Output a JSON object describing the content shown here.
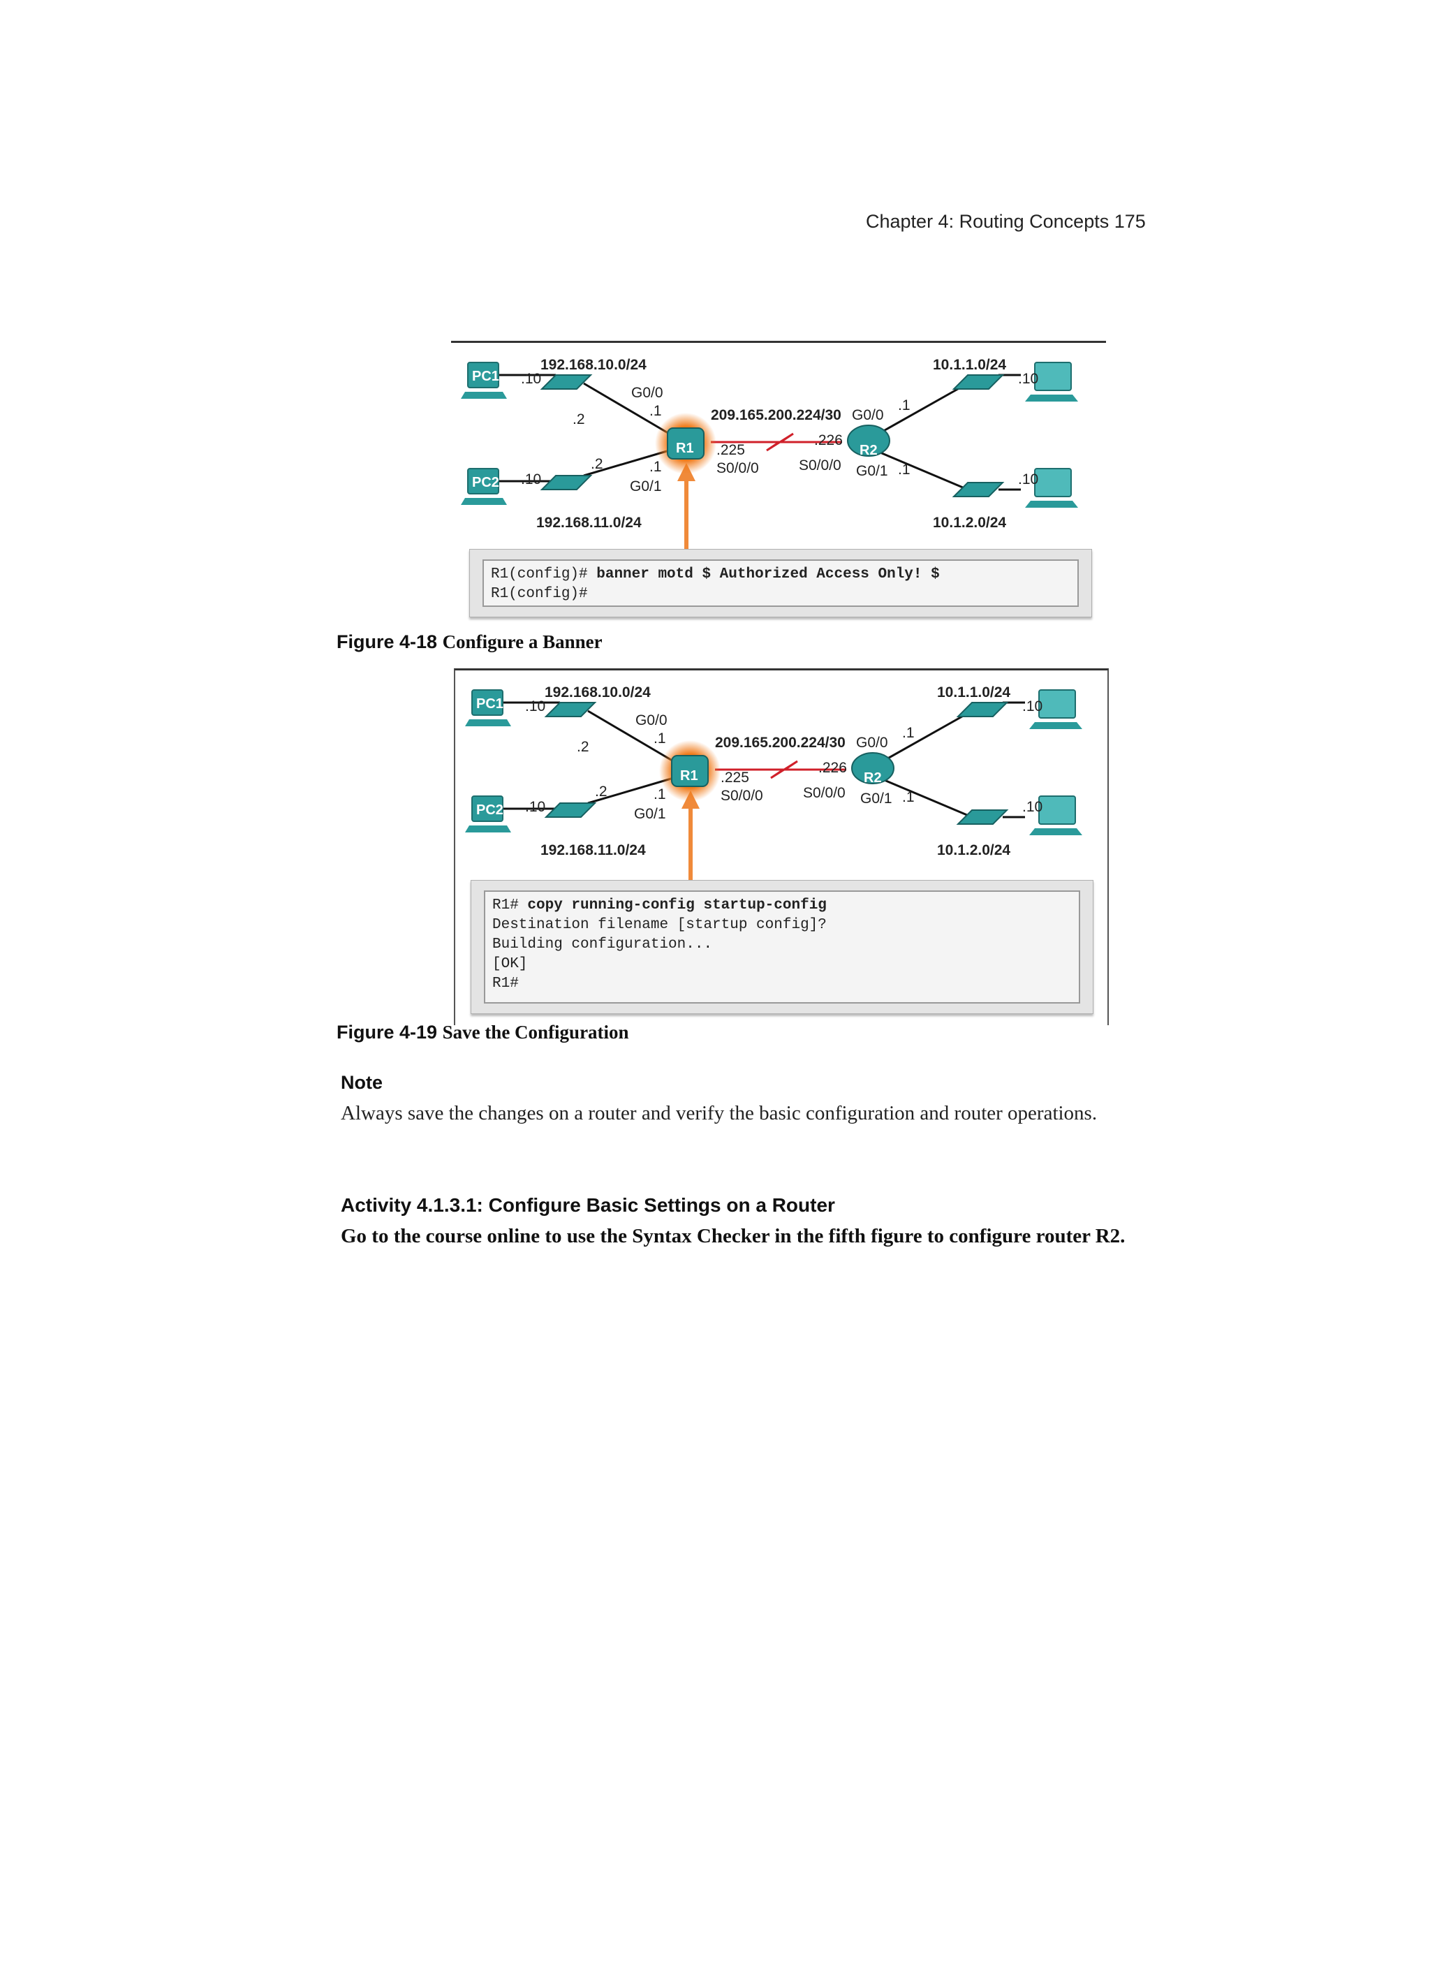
{
  "header": {
    "text": "Chapter 4: Routing Concepts 175"
  },
  "topology": {
    "net_top_left": "192.168.10.0/24",
    "net_bottom_left": "192.168.11.0/24",
    "net_wan": "209.165.200.224/30",
    "net_top_right": "10.1.1.0/24",
    "net_bottom_right": "10.1.2.0/24",
    "pc1": "PC1",
    "pc2": "PC2",
    "r1": "R1",
    "r2": "R2",
    "pc_host": ".10",
    "sw_host": ".2",
    "gw_host": ".1",
    "r1_wan": ".225",
    "r2_wan": ".226",
    "g00": "G0/0",
    "g01": "G0/1",
    "s000": "S0/0/0",
    "colors": {
      "device": "#2a9a9a",
      "glow": "#f07b1a",
      "arrow": "#f08a3a",
      "serial": "#d0202a"
    }
  },
  "figure1": {
    "cli": [
      {
        "prompt": "R1(config)# ",
        "cmd": "banner motd $ Authorized Access Only! $"
      },
      {
        "prompt": "R1(config)#",
        "cmd": ""
      }
    ],
    "caption_num": "Figure 4-18",
    "caption_title": "Configure a Banner"
  },
  "figure2": {
    "cli": [
      {
        "prompt": "R1# ",
        "cmd": "copy running-config startup-config"
      },
      {
        "prompt": "Destination filename [startup config]?",
        "cmd": ""
      },
      {
        "prompt": "Building configuration...",
        "cmd": ""
      },
      {
        "prompt": "[OK]",
        "cmd": ""
      },
      {
        "prompt": "R1#",
        "cmd": ""
      }
    ],
    "caption_num": "Figure 4-19",
    "caption_title": "Save the Configuration"
  },
  "note": {
    "heading": "Note",
    "body": "Always save the changes on a router and verify the basic configuration and router operations."
  },
  "activity": {
    "heading": "Activity 4.1.3.1: Configure Basic Settings on a Router",
    "body": "Go to the course online to use the Syntax Checker in the fifth figure to configure router R2."
  }
}
